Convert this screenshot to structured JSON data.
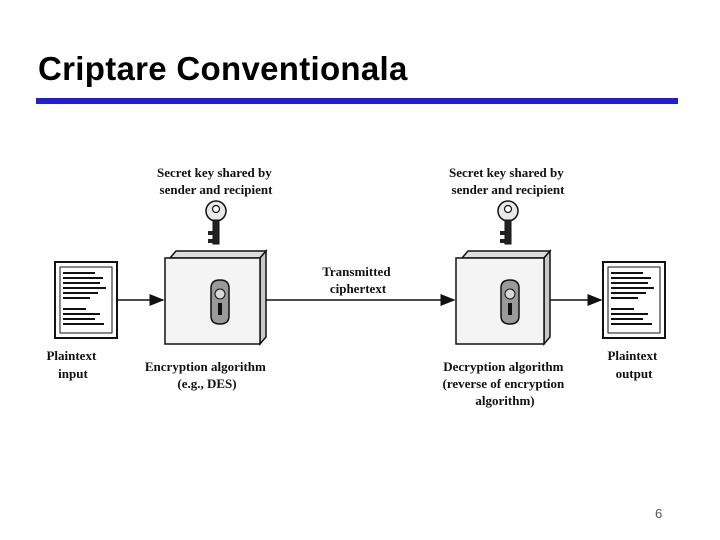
{
  "title": "Criptare Conventionala",
  "page_number": "6",
  "colors": {
    "accent_rule": "#1f1fd0",
    "box_face": "#f4f4f4",
    "box_side": "#c8c8c8",
    "lock_face": "#9a9a9a",
    "line": "#111111"
  },
  "diagram": {
    "key_left": [
      "Secret key shared by",
      "sender and recipient"
    ],
    "key_right": [
      "Secret key shared by",
      "sender and recipient"
    ],
    "plaintext_input": [
      "Plaintext",
      "input"
    ],
    "encryption": [
      "Encryption algorithm",
      "(e.g., DES)"
    ],
    "transmitted": [
      "Transmitted",
      "ciphertext"
    ],
    "decryption": [
      "Decryption algorithm",
      "(reverse of encryption",
      "algorithm)"
    ],
    "plaintext_output": [
      "Plaintext",
      "output"
    ],
    "icons": {
      "key": "key-icon",
      "lock": "lock-icon",
      "document": "document-icon"
    }
  }
}
